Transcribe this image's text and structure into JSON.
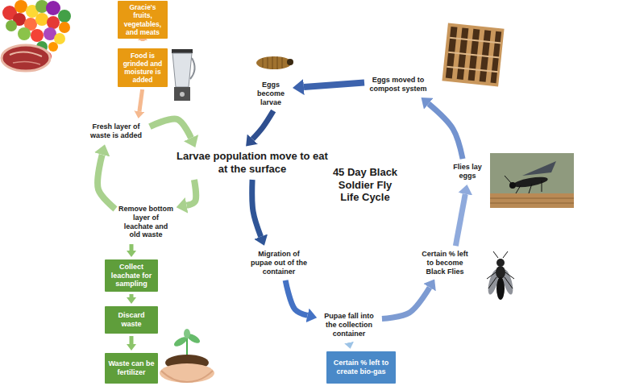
{
  "diagram": {
    "nodes": [
      {
        "text": [
          "Gracie's fruits, vegetables, and meats"
        ]
      },
      {
        "text": [
          "Food is grinded and moisture is added"
        ]
      },
      {
        "text": [
          "Fresh layer of waste is added"
        ]
      },
      {
        "text": [
          "Larvae population move to eat at the surface"
        ]
      },
      {
        "text": [
          "Remove bottom layer of leachate and old waste"
        ]
      },
      {
        "text": [
          "Collect leachate for sampling"
        ]
      },
      {
        "text": [
          "Discard waste"
        ]
      },
      {
        "text": [
          "Waste can be fertilizer"
        ]
      },
      {
        "text": [
          "Migration of pupae out of the container"
        ]
      },
      {
        "text": [
          "Pupae fall into the collection container"
        ]
      },
      {
        "text": [
          "Certain % left to create bio-gas"
        ]
      },
      {
        "text": [
          "Certain % left to become Black Flies"
        ]
      },
      {
        "text": [
          "Flies lay eggs"
        ]
      },
      {
        "text": [
          "Eggs moved to compost system"
        ]
      },
      {
        "text": [
          "Eggs become larvae"
        ]
      }
    ],
    "edges": [
      {
        "from": 0,
        "to": 1,
        "arrow": "to"
      },
      {
        "from": 1,
        "to": 2,
        "arrow": "to"
      },
      {
        "from": 2,
        "to": 3,
        "arrow": "to"
      },
      {
        "from": 3,
        "to": 4,
        "arrow": "to"
      },
      {
        "from": 4,
        "to": 2,
        "arrow": "to"
      },
      {
        "from": 4,
        "to": 5,
        "arrow": "to"
      },
      {
        "from": 5,
        "to": 6,
        "arrow": "to"
      },
      {
        "from": 6,
        "to": 7,
        "arrow": "to"
      },
      {
        "from": 14,
        "to": 3,
        "arrow": "to"
      },
      {
        "from": 3,
        "to": 8,
        "arrow": "to"
      },
      {
        "from": 8,
        "to": 9,
        "arrow": "to"
      },
      {
        "from": 9,
        "to": 10,
        "arrow": "to"
      },
      {
        "from": 9,
        "to": 11,
        "arrow": "to"
      },
      {
        "from": 11,
        "to": 12,
        "arrow": "to"
      },
      {
        "from": 12,
        "to": 13,
        "arrow": "to"
      },
      {
        "from": 13,
        "to": 14,
        "arrow": "to"
      }
    ],
    "labels": [
      "45 Day Black Soldier Fly Life Cycle"
    ]
  }
}
